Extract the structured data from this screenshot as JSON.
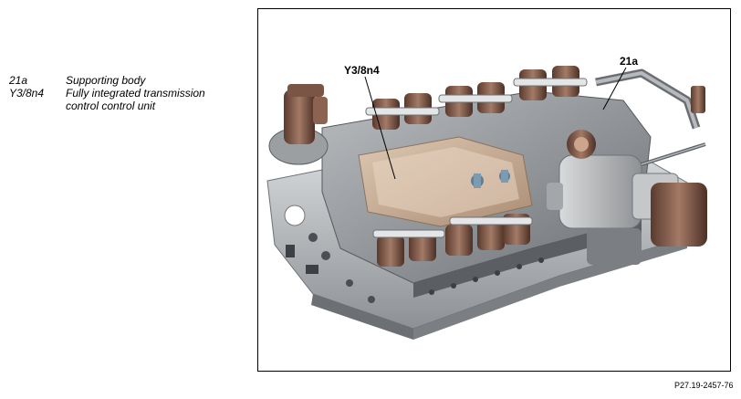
{
  "legend": {
    "items": [
      {
        "code": "21a",
        "description": "Supporting body"
      },
      {
        "code": "Y3/8n4",
        "description": "Fully integrated transmission control control unit"
      }
    ]
  },
  "figure": {
    "callouts": {
      "y3_8n4": "Y3/8n4",
      "supporting_body": "21a"
    },
    "image_label": "transmission-valve-body-illustration"
  },
  "figure_ref": "P27.19-2457-76",
  "colors": {
    "metal_light": "#c9cbcd",
    "metal_mid": "#a3a6a9",
    "metal_dark": "#5e6266",
    "connector_brown": "#7a5545",
    "housing_translucent": "#d8b89a"
  }
}
